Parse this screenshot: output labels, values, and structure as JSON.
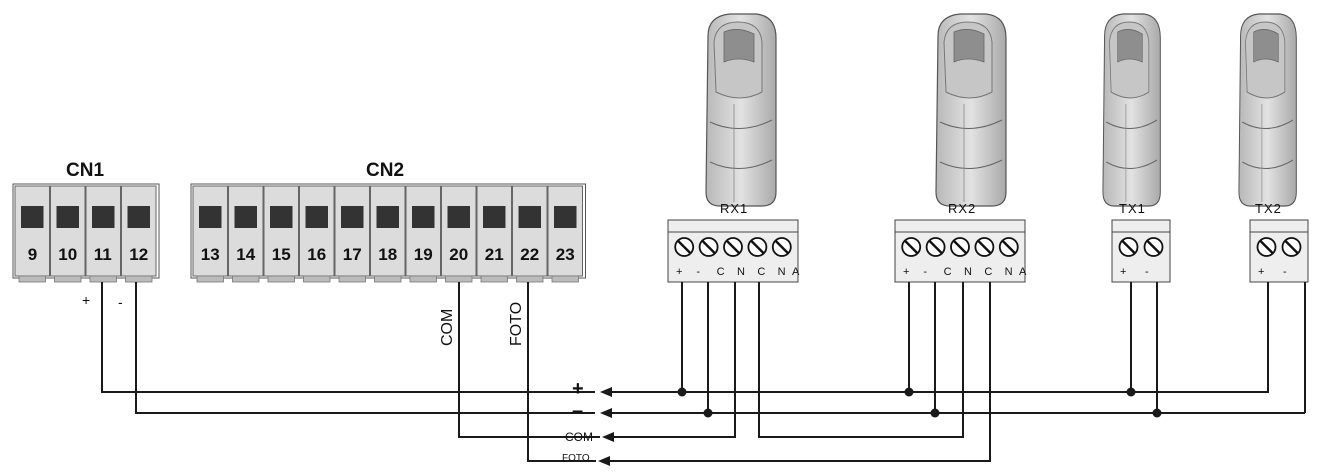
{
  "connectors": {
    "cn1": {
      "title": "CN1",
      "pins": [
        "9",
        "10",
        "11",
        "12"
      ],
      "polarity_plus": "+",
      "polarity_minus": "-"
    },
    "cn2": {
      "title": "CN2",
      "pins": [
        "13",
        "14",
        "15",
        "16",
        "17",
        "18",
        "19",
        "20",
        "21",
        "22",
        "23"
      ],
      "com_label": "COM",
      "foto_label": "FOTO"
    }
  },
  "devices": {
    "rx1": {
      "title": "RX1",
      "terminals": [
        "+",
        "-",
        "C",
        "N",
        "C",
        "N"
      ],
      "extra": "A"
    },
    "rx2": {
      "title": "RX2",
      "terminals": [
        "+",
        "-",
        "C",
        "N",
        "C",
        "N"
      ],
      "extra": "A"
    },
    "tx1": {
      "title": "TX1",
      "terminals": [
        "+",
        "-"
      ]
    },
    "tx2": {
      "title": "TX2",
      "terminals": [
        "+",
        "-"
      ]
    }
  },
  "bus": {
    "plus": "+",
    "minus": "–",
    "com": "COM",
    "foto": "FOTO"
  },
  "colors": {
    "line": "#1a1a1a",
    "terminal_fill": "#dcdcdc",
    "terminal_dark": "#333333",
    "device_fill": "#d0d0d0"
  }
}
